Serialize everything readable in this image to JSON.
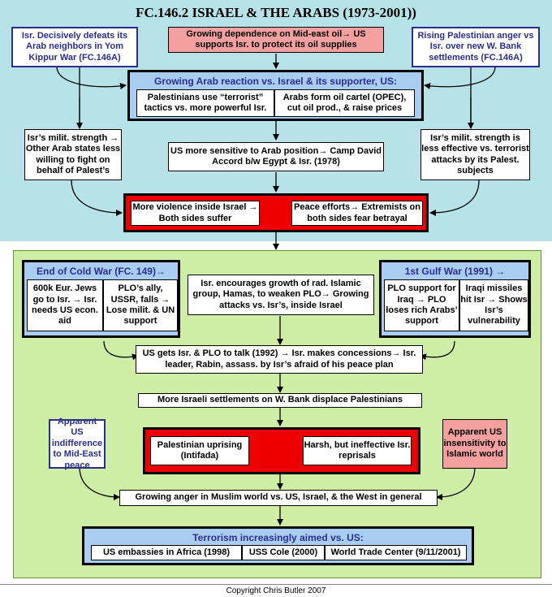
{
  "title": "FC.146.2 ISRAEL & THE ARABS (1973-2001))",
  "top": {
    "left_cause": "Isr. Decisively defeats its Arab neighbors in Yom Kippur War (FC.146A)",
    "center_cause": "Growing dependence on Mid-east oil→ US supports Isr. to protect its oil supplies",
    "right_cause": "Rising Palestinian anger vs Isr. over new W. Bank settlements (FC.146A)",
    "reaction_title": "Growing Arab reaction vs. Israel & its supporter, US:",
    "reaction_left": "Palestinians use “terrorist” tactics vs. more powerful Isr.",
    "reaction_right": "Arabs form oil cartel (OPEC), cut oil prod., & raise prices",
    "left_effect": "Isr’s milit. strength → Other Arab states less willing to fight on behalf of Palest’s",
    "center_effect": "US more sensitive to Arab position→ Camp David Accord b/w Egypt & Isr. (1978)",
    "right_effect": "Isr’s milit. strength is less effective vs. terrorist attacks by its Palest. subjects",
    "violence_left": "More violence inside Israel → Both sides suffer",
    "violence_right": "Peace efforts→ Extremists on both sides fear betrayal"
  },
  "bottom": {
    "cold_war_title": "End of Cold War (FC. 149)→",
    "cold_war_left": "600k Eur. Jews go to Isr. → Isr. needs US econ. aid",
    "cold_war_right": "PLO’s ally, USSR, falls → Lose milit. & UN support",
    "hamas": "Isr. encourages growth of rad. Islamic group, Hamas, to weaken PLO→ Growing attacks vs. Isr’s, inside Israel",
    "gulf_war_title": "1st Gulf War (1991) →",
    "gulf_war_left": "PLO support for Iraq → PLO loses rich Arabs’ support",
    "gulf_war_right": "Iraqi missiles hit Isr → Shows Isr’s vulnerability",
    "talks": "US gets Isr. & PLO to talk (1992) → Isr. makes concessions→ Isr. leader, Rabin, assass. by Isr’s afraid of his peace plan",
    "settlements": "More Israeli settlements on W. Bank displace Palestinians",
    "us_indifference": "Apparent US indifference to Mid-East peace",
    "intifada_left": "Palestinian uprising (Intifada)",
    "intifada_right": "Harsh, but ineffective Isr. reprisals",
    "us_insensitivity": "Apparent US insensitivity to Islamic world",
    "anger": "Growing anger in Muslim world vs. US, Israel, & the West in general",
    "terror_title": "Terrorism increasingly aimed vs. US:",
    "terror_items": [
      "US embassies in Africa (1998)",
      "USS Cole (2000)",
      "World Trade Center (9/11/2001)"
    ]
  },
  "copyright": "Copyright Chris Butler 2007",
  "colors": {
    "top_bg": "#b7e3e8",
    "bottom_bg": "#cfeea5",
    "panel_blue": "#a9cdf0",
    "panel_red": "#ee0000",
    "pink": "#f5a0a0",
    "blue_text": "#2b2e8c"
  }
}
